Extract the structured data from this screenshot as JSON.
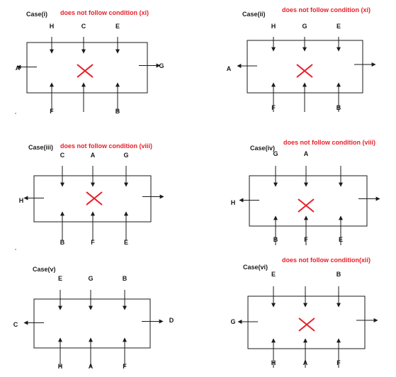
{
  "colors": {
    "box_stroke": "#1a1a1a",
    "arrow": "#1a1a1a",
    "cross": "#e8202a",
    "note": "#e8202a"
  },
  "panels": [
    {
      "id": "case-1",
      "title": "Case(i)",
      "note": "does not follow condition (xi)",
      "labels": {
        "top": [
          "H",
          "C",
          "E"
        ],
        "bottom": [
          "F",
          "",
          "B"
        ],
        "left": "A",
        "right": "G"
      }
    },
    {
      "id": "case-2",
      "title": "Case(ii)",
      "note": "does not follow condition (xi)",
      "labels": {
        "top": [
          "H",
          "G",
          "E"
        ],
        "bottom": [
          "F",
          "",
          "B"
        ],
        "left": "A",
        "right": ""
      }
    },
    {
      "id": "case-3",
      "title": "Case(iii)",
      "note": "does not follow condition (viii)",
      "labels": {
        "top": [
          "C",
          "A",
          "G"
        ],
        "bottom": [
          "B",
          "F",
          "E"
        ],
        "left": "H",
        "right": ""
      }
    },
    {
      "id": "case-4",
      "title": "Case(iv)",
      "note": "does not follow condition (viii)",
      "labels": {
        "top": [
          "G",
          "A",
          ""
        ],
        "bottom": [
          "B",
          "F",
          "E"
        ],
        "left": "H",
        "right": ""
      }
    },
    {
      "id": "case-5",
      "title": "Case(v)",
      "note": "",
      "labels": {
        "top": [
          "E",
          "G",
          "B"
        ],
        "bottom": [
          "H",
          "A",
          "F"
        ],
        "left": "C",
        "right": "D"
      }
    },
    {
      "id": "case-6",
      "title": "Case(vi)",
      "note": "does not follow condition(xii)",
      "labels": {
        "top": [
          "E",
          "",
          "B"
        ],
        "bottom": [
          "H",
          "A",
          "F"
        ],
        "left": "G",
        "right": ""
      }
    }
  ]
}
